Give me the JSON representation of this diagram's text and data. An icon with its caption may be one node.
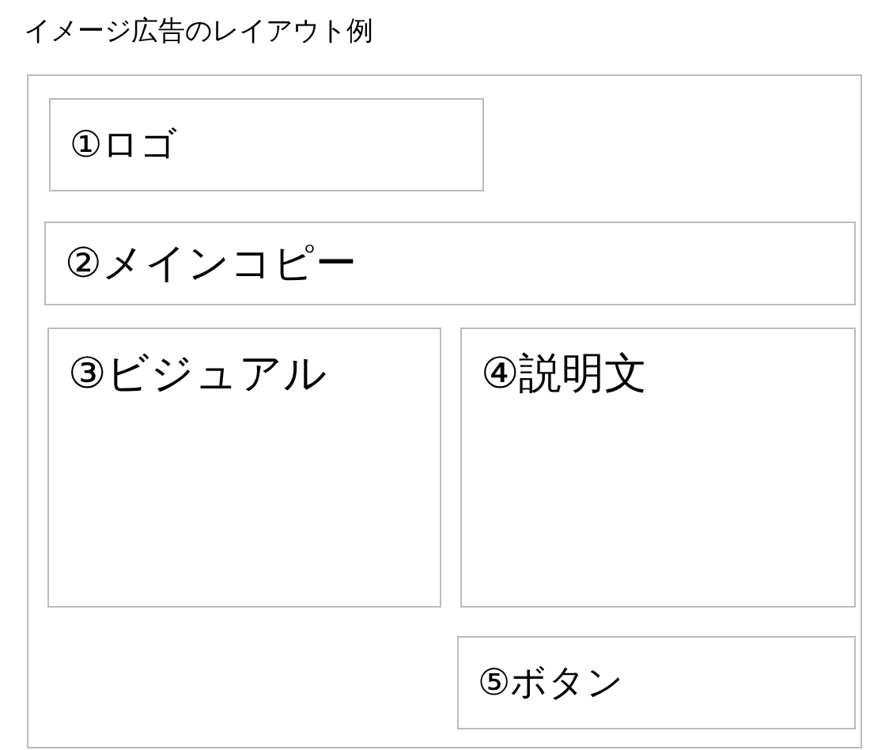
{
  "diagram": {
    "title": "イメージ広告のレイアウト例",
    "nodes": [
      {
        "text": [],
        "shape": "box"
      },
      {
        "text": [
          "①ロゴ"
        ],
        "in": 0
      },
      {
        "text": [
          "②メインコピー"
        ],
        "in": 0
      },
      {
        "text": [
          "③ビジュアル"
        ],
        "in": 0
      },
      {
        "text": [
          "④説明文"
        ],
        "in": 0
      },
      {
        "text": [
          "⑤ボタン"
        ],
        "in": 0
      }
    ]
  }
}
